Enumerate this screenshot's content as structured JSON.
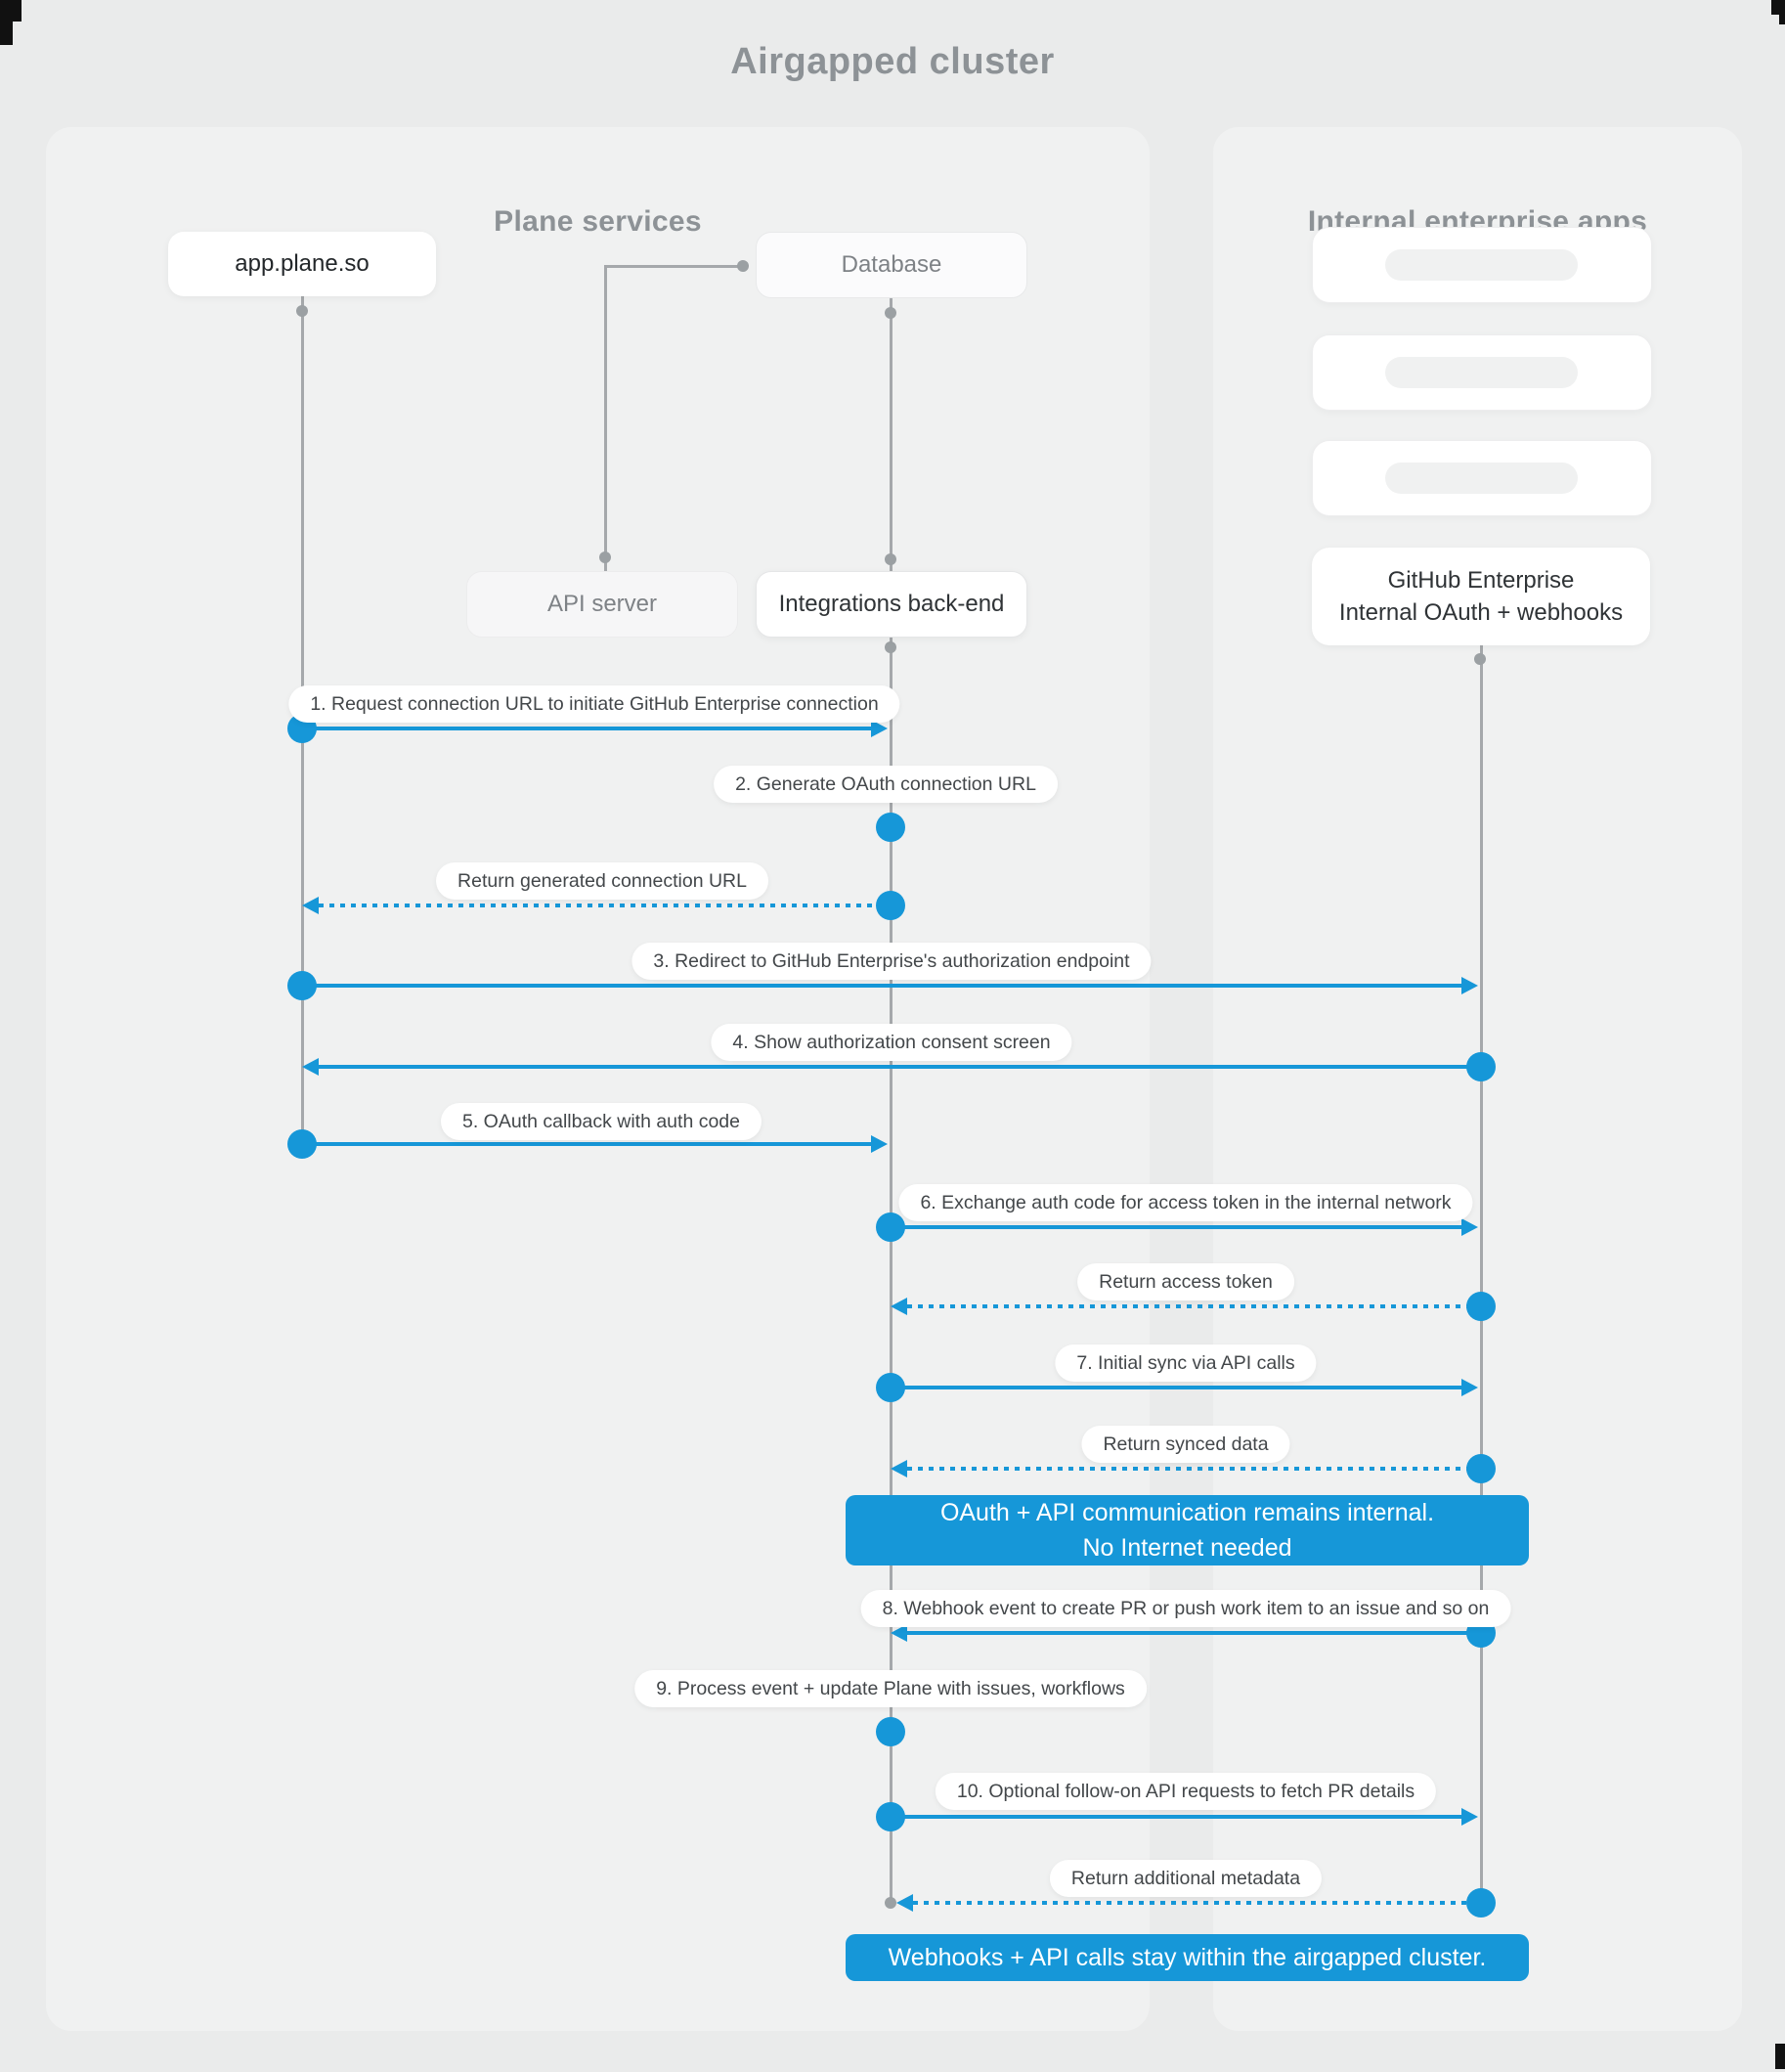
{
  "title": "Airgapped cluster",
  "panels": {
    "plane": {
      "header": "Plane services"
    },
    "internal": {
      "header": "Internal enterprise apps"
    }
  },
  "nodes": {
    "app": "app.plane.so",
    "database": "Database",
    "api_server": "API server",
    "integrations": "Integrations back-end",
    "github_line1": "GitHub Enterprise",
    "github_line2": "Internal OAuth + webhooks"
  },
  "messages": {
    "m1": "1. Request connection URL to initiate GitHub Enterprise connection",
    "m2": "2. Generate OAuth connection URL",
    "m3": "Return generated connection URL",
    "m4": "3. Redirect to GitHub Enterprise's authorization endpoint",
    "m5": "4. Show authorization consent screen",
    "m6": "5. OAuth callback with auth code",
    "m7": "6. Exchange auth code for access token in the internal network",
    "m8": "Return access token",
    "m9": "7. Initial sync via API calls",
    "m10": "Return synced data",
    "m11": "8. Webhook event to create PR  or push work item to an issue  and so on",
    "m12": "9. Process event + update Plane with issues, workflows",
    "m13": "10. Optional follow-on API requests to fetch PR details",
    "m14": "Return additional metadata"
  },
  "banners": {
    "internal_line1": "OAuth + API communication remains internal.",
    "internal_line2": "No Internet needed",
    "airgapped": "Webhooks + API calls stay within the airgapped cluster."
  },
  "colors": {
    "accent_blue": "#1697d8",
    "panel_gray": "#f0f1f1",
    "page_gray": "#eaebeb",
    "lifeline_gray": "#a5a8ab",
    "heading_gray": "#8d9296"
  }
}
